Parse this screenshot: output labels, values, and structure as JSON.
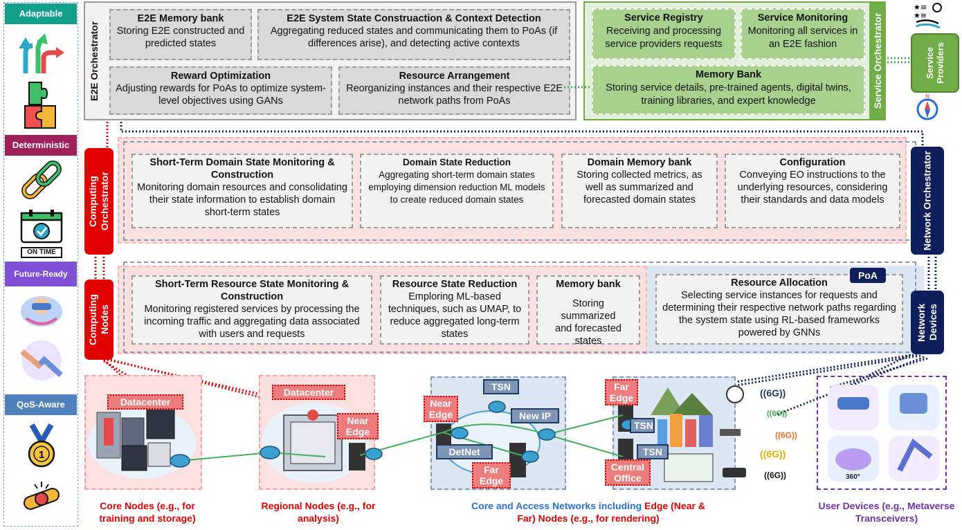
{
  "sidebar": {
    "adaptable": "Adaptable",
    "deterministic": "Deterministic",
    "future_ready": "Future-Ready",
    "qos_aware": "QoS-Aware",
    "on_time": "ON TIME",
    "medal_number": "1"
  },
  "e2e": {
    "label": "E2E Orchestrator",
    "memory_title": "E2E Memory bank",
    "memory_desc": "Storing E2E constructed and predicted states",
    "state_title": "E2E System State Construaction & Context Detection",
    "state_desc": "Aggregating reduced states and communicating them to PoAs (if differences arise), and detecting active contexts",
    "reward_title": "Reward Optimization",
    "reward_desc": "Adjusting rewards for PoAs to optimize system-level objectives using GANs",
    "arrange_title": "Resource Arrangement",
    "arrange_desc": "Reorganizing instances and their respective E2E network paths from PoAs"
  },
  "service": {
    "label": "Service Orchestrator",
    "registry_title": "Service Registry",
    "registry_desc": "Receiving and processing service providers requests",
    "monitor_title": "Service Monitoring",
    "monitor_desc": "Monitoring all services in an E2E fashion",
    "memory_title": "Memory Bank",
    "memory_desc": "Storing service details, pre-trained agents, digital twins, training libraries, and expert knowledge",
    "providers": "Service Providers"
  },
  "computing_orch": {
    "label": "Computing Orchestrator",
    "b1_title": "Short-Term Domain State Monitoring & Construction",
    "b1_desc": "Monitoring domain resources and consolidating their state information to establish domain short-term states",
    "b2_title": "Domain State Reduction",
    "b2_desc": "Aggregating short-term domain states employing dimension reduction ML models to create reduced domain states",
    "b3_title": "Domain Memory bank",
    "b3_desc": "Storing collected metrics, as well as summarized and forecasted domain states",
    "b4_title": "Configuration",
    "b4_desc": "Conveying EO instructions to the underlying resources, considering their standards and data models"
  },
  "network_orch": {
    "label": "Network Orchestrator"
  },
  "computing_nodes": {
    "label": "Computing Nodes",
    "b1_title": "Short-Term Resource State Monitoring & Construction",
    "b1_desc": "Monitoring registered services by processing the incoming traffic and aggregating data associated with users and requests",
    "b2_title": "Resource State Reduction",
    "b2_desc": "Emploring ML-based techniques, such as UMAP, to reduce aggregated long-term states",
    "b3_title": "Memory bank",
    "b3_desc": "Storing summarized and forecasted states",
    "b4_title": "Resource Allocation",
    "b4_desc": "Selecting service instances for requests and determining their respective network paths regarding the system state using RL-based frameworks powered by GNNs",
    "poa": "PoA"
  },
  "network_devices": {
    "label": "Network Devices"
  },
  "tags": {
    "datacenter1": "Datacenter",
    "datacenter2": "Datacenter",
    "near_edge1": "Near Edge",
    "near_edge2": "Near Edge",
    "tsn1": "TSN",
    "new_ip": "New IP",
    "detnet": "DetNet",
    "far_edge1": "Far Edge",
    "far_edge2": "Far Edge",
    "tsn2": "TSN",
    "tsn3": "TSN",
    "central_office": "Central Office",
    "six_g": "((6G))",
    "angle": "360°"
  },
  "captions": {
    "core": "Core Nodes (e.g., for training and storage)",
    "regional": "Regional Nodes (e.g., for analysis)",
    "access_blue": "Core and Access Networks including",
    "access_red1": "Edge (Near &",
    "access_red2": "Far) Nodes (e.g., for rendering)",
    "user": "User Devices (e.g., Metaverse Transceivers)"
  },
  "colors": {
    "red": "#e00000",
    "navy": "#0f1f5c",
    "green": "#70ad47",
    "purple": "#7030a0",
    "teal": "#13a08a",
    "maroon": "#a0205a",
    "violet": "#7f4fd6",
    "blue": "#4f81bd"
  }
}
